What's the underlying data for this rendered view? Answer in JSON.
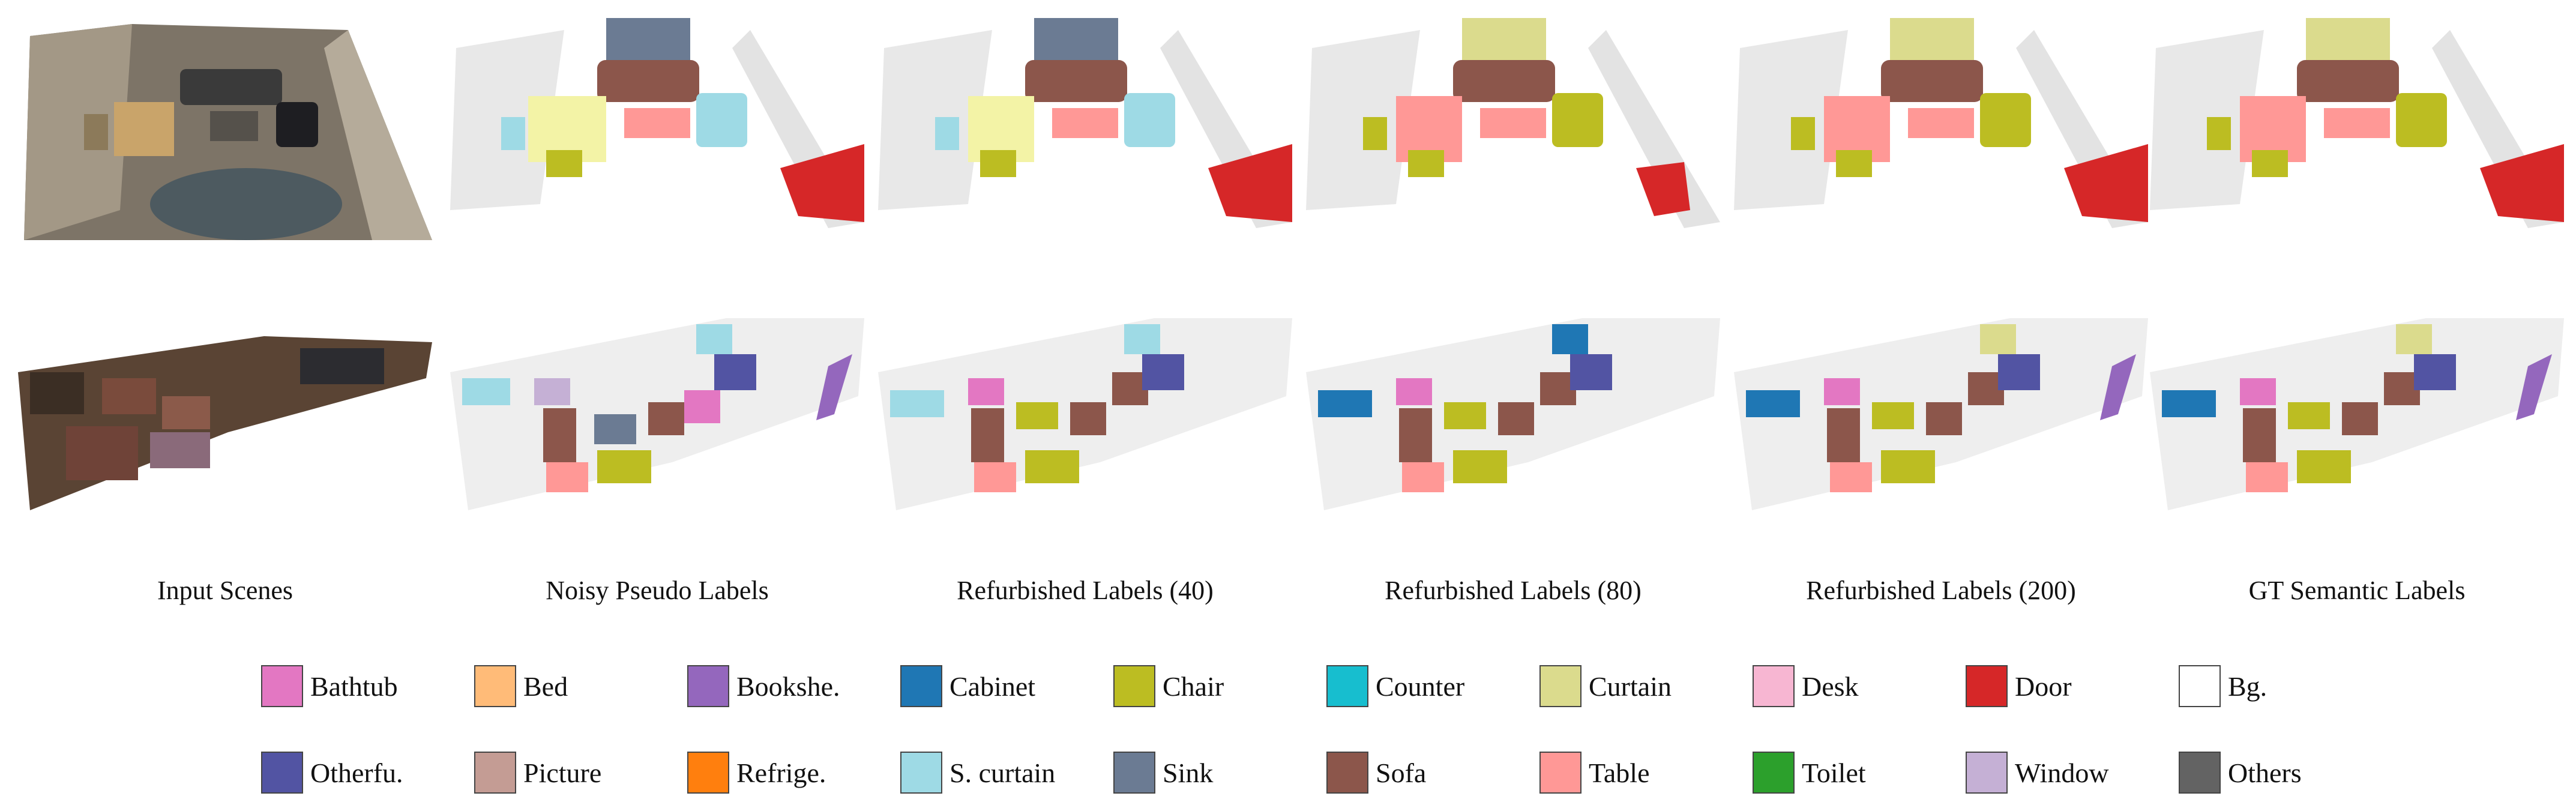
{
  "captions": [
    "Input Scenes",
    "Noisy Pseudo Labels",
    "Refurbished Labels (40)",
    "Refurbished Labels (80)",
    "Refurbished Labels (200)",
    "GT Semantic Labels"
  ],
  "legend": [
    {
      "label": "Bathtub",
      "color": "#e377c2"
    },
    {
      "label": "Bed",
      "color": "#ffbb78"
    },
    {
      "label": "Bookshe.",
      "color": "#9467bd"
    },
    {
      "label": "Cabinet",
      "color": "#1f77b4"
    },
    {
      "label": "Chair",
      "color": "#bcbd22"
    },
    {
      "label": "Counter",
      "color": "#17becf"
    },
    {
      "label": "Curtain",
      "color": "#dbdb8d"
    },
    {
      "label": "Desk",
      "color": "#f7b6d2"
    },
    {
      "label": "Door",
      "color": "#d62728"
    },
    {
      "label": "Bg.",
      "color": "#ffffff"
    },
    {
      "label": "Otherfu.",
      "color": "#5254a3"
    },
    {
      "label": "Picture",
      "color": "#c49c94"
    },
    {
      "label": "Refrige.",
      "color": "#ff7f0e"
    },
    {
      "label": "S. curtain",
      "color": "#9edae5"
    },
    {
      "label": "Sink",
      "color": "#6b7b93"
    },
    {
      "label": "Sofa",
      "color": "#8c564b"
    },
    {
      "label": "Table",
      "color": "#ff9896"
    },
    {
      "label": "Toilet",
      "color": "#2ca02c"
    },
    {
      "label": "Window",
      "color": "#c5b0d5"
    },
    {
      "label": "Others",
      "color": "#636363"
    }
  ]
}
